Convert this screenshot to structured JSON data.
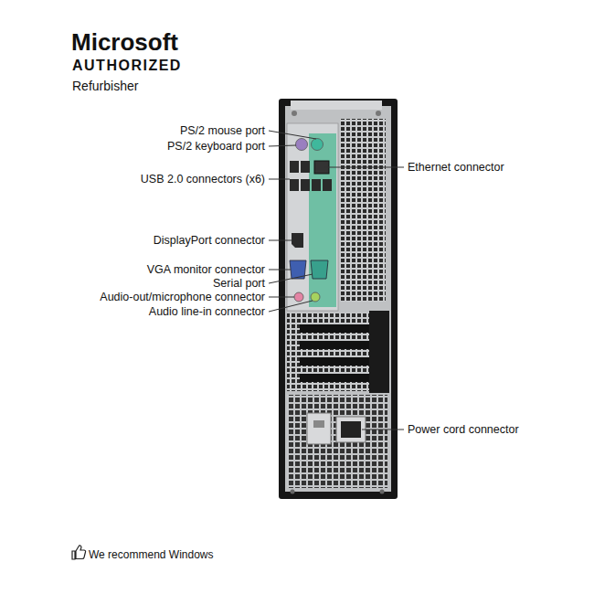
{
  "diagram": {
    "labels": [
      "Microsoft",
      "AUTHORIZED",
      "Refurbisher",
      "PS/2 mouse port",
      "PS/2 keyboard port",
      "USB 2.0 connectors (x6)",
      "DisplayPort connector",
      "VGA monitor connector",
      "Serial port",
      "Audio-out/microphone connector",
      "Audio line-in connector",
      "Ethernet connector",
      "Power cord connector",
      "We recommend Windows"
    ]
  }
}
